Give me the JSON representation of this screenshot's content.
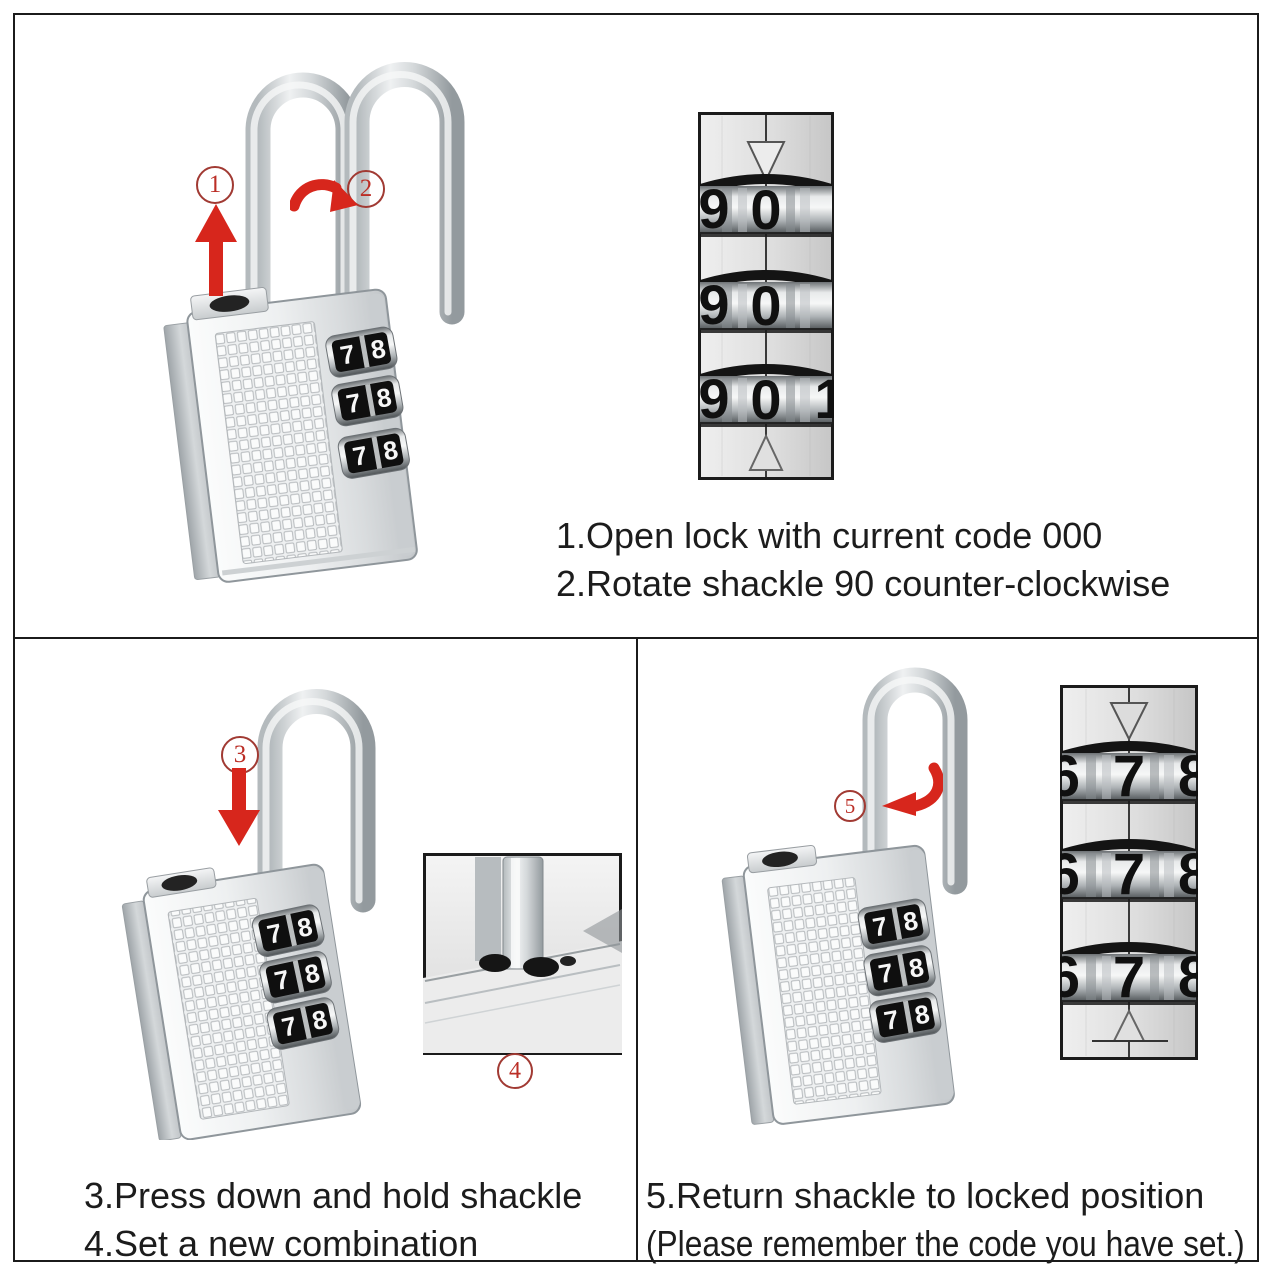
{
  "instructions": {
    "step1": "1.Open lock with current code 000",
    "step2": "2.Rotate shackle 90 counter-clockwise",
    "step3": "3.Press down and hold shackle",
    "step4": "4.Set a new combination",
    "step5": "5.Return shackle to locked position",
    "step5_note": "(Please remember the code you have set.)"
  },
  "markers": {
    "m1": "1",
    "m2": "2",
    "m3": "3",
    "m4": "4",
    "m5": "5"
  },
  "padlock": {
    "dial_digit_left": "7",
    "dial_digit_right": "8"
  },
  "closeup_top": {
    "digit_left": "9",
    "digit_center": "0",
    "digit_partial_right": "1"
  },
  "closeup_bottom": {
    "digit_left": "6",
    "digit_center": "7",
    "digit_right": "8"
  },
  "colors": {
    "annotation_red": "#d7261c",
    "marker_ring_red": "#a13a33",
    "text_color": "#1c1c1c",
    "border_color": "#1b1b1b",
    "chrome_light": "#eff1f2",
    "chrome_dark": "#939a9e"
  }
}
